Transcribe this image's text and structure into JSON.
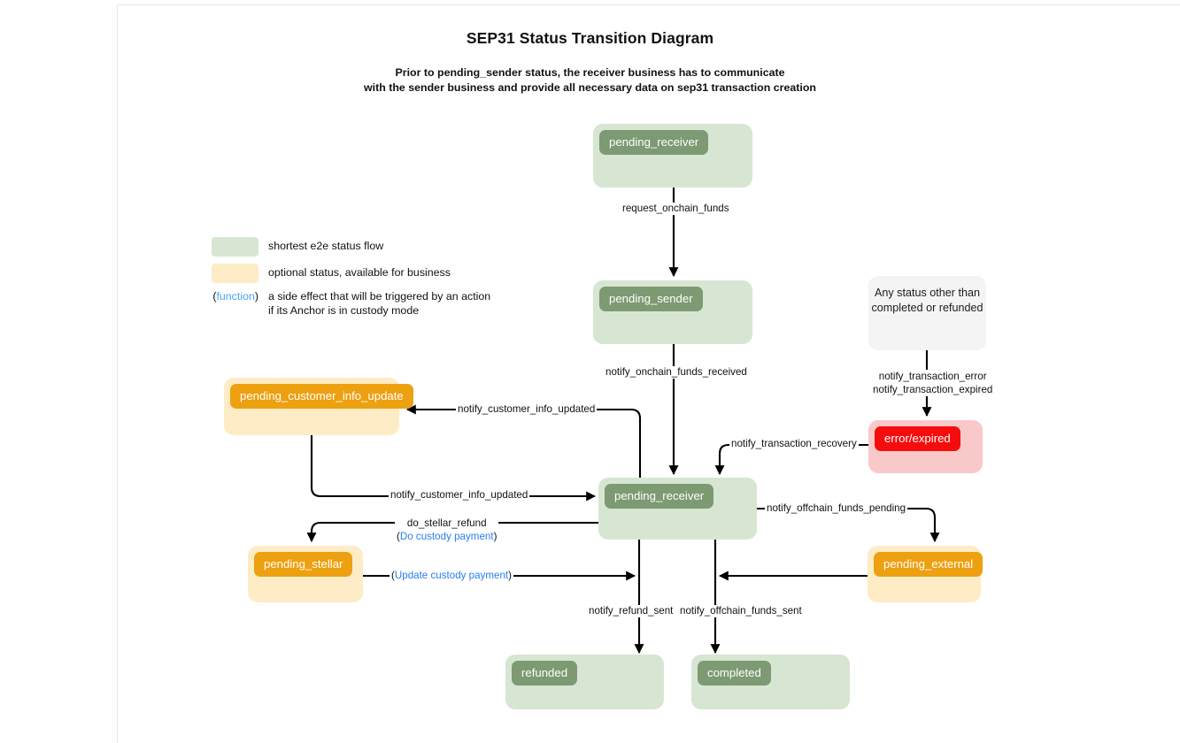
{
  "header": {
    "title": "SEP31 Status Transition Diagram",
    "subtitle_line1": "Prior to pending_sender status, the receiver business has to communicate",
    "subtitle_line2": "with the sender business and provide all necessary data on sep31 transaction creation"
  },
  "legend": {
    "items": [
      {
        "swatch": "green",
        "key": "",
        "color": "#d7e6d2",
        "text": "shortest e2e status flow"
      },
      {
        "swatch": "orange",
        "key": "",
        "color": "#fdecc6",
        "text": "optional status, available for business"
      }
    ],
    "function_row": {
      "key_open": "(",
      "key_word": "function",
      "key_close": ")",
      "key_color": "#4da3f0",
      "text": "a side effect that will be triggered by an action\nif its Anchor is in custody mode"
    }
  },
  "colors": {
    "green_container": "#d7e6d2",
    "green_label": "#7d9a73",
    "orange_container": "#fdecc6",
    "orange_label": "#eda010",
    "red_container": "#f9c9c9",
    "red_label": "#f50d0d",
    "gray_container": "#f4f4f4",
    "function_text": "#2b7ef0",
    "edge_stroke": "#000000",
    "text": "#111111"
  },
  "nodes": [
    {
      "id": "pending_receiver_top",
      "label": "pending_receiver",
      "style": "green"
    },
    {
      "id": "pending_sender",
      "label": "pending_sender",
      "style": "green"
    },
    {
      "id": "any_status",
      "label": "Any status other than\ncompleted or refunded",
      "style": "gray"
    },
    {
      "id": "error_expired",
      "label": "error/expired",
      "style": "red"
    },
    {
      "id": "pending_customer_info_update",
      "label": "pending_customer_info_update",
      "style": "orange"
    },
    {
      "id": "pending_receiver_mid",
      "label": "pending_receiver",
      "style": "green"
    },
    {
      "id": "pending_stellar",
      "label": "pending_stellar",
      "style": "orange"
    },
    {
      "id": "pending_external",
      "label": "pending_external",
      "style": "orange"
    },
    {
      "id": "refunded",
      "label": "refunded",
      "style": "green"
    },
    {
      "id": "completed",
      "label": "completed",
      "style": "green"
    }
  ],
  "edges": [
    {
      "id": "e1",
      "from": "pending_receiver_top",
      "to": "pending_sender",
      "label": "request_onchain_funds"
    },
    {
      "id": "e2",
      "from": "pending_sender",
      "to": "pending_receiver_mid",
      "label": "notify_onchain_funds_received"
    },
    {
      "id": "e3",
      "from": "any_status",
      "to": "error_expired",
      "label": "notify_transaction_error",
      "label2": "notify_transaction_expired"
    },
    {
      "id": "e4",
      "from": "error_expired",
      "to": "pending_receiver_mid",
      "label": "notify_transaction_recovery"
    },
    {
      "id": "e5",
      "from": "pending_receiver_mid",
      "to": "pending_customer_info_update",
      "label": "notify_customer_info_updated"
    },
    {
      "id": "e6",
      "from": "pending_customer_info_update",
      "to": "pending_receiver_mid",
      "label": "notify_customer_info_updated"
    },
    {
      "id": "e7",
      "from": "pending_receiver_mid",
      "to": "pending_stellar",
      "label": "do_stellar_refund",
      "label2_fn": "Do custody payment"
    },
    {
      "id": "e8",
      "from": "pending_stellar",
      "to": "refunded",
      "label_fn": "Update custody payment"
    },
    {
      "id": "e9",
      "from": "pending_receiver_mid",
      "to": "pending_external",
      "label": "notify_offchain_funds_pending"
    },
    {
      "id": "e10",
      "from": "pending_external",
      "to": "completed",
      "label": ""
    },
    {
      "id": "e11",
      "from": "pending_receiver_mid",
      "to": "refunded",
      "label": "notify_refund_sent"
    },
    {
      "id": "e12",
      "from": "pending_receiver_mid",
      "to": "completed",
      "label": "notify_offchain_funds_sent"
    }
  ]
}
